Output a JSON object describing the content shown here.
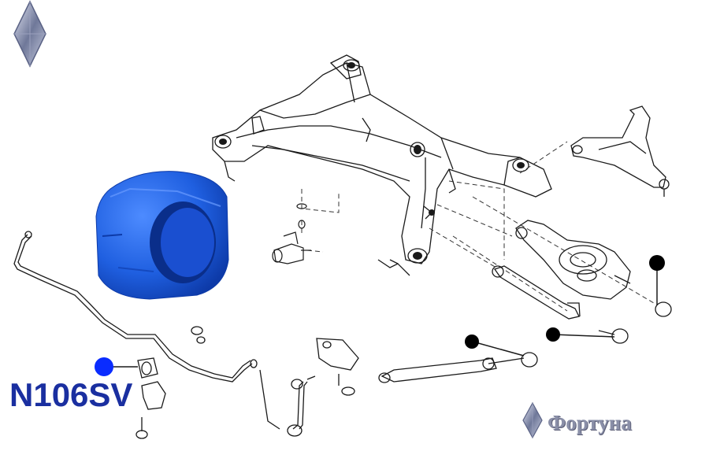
{
  "part_code": "N106SV",
  "brand": {
    "name": "Фортуна",
    "logo_icon": "diamond-logo-icon"
  },
  "colors": {
    "bushing_blue": "#1f5fe0",
    "marker_blue": "#0a2cff",
    "marker_black": "#000000",
    "line_art": "#1a1a1a",
    "code_text": "#1a2fa0"
  },
  "callout_markers": [
    {
      "id": "stabilizer-bushing",
      "color": "blue"
    },
    {
      "id": "lower-arm-bushing",
      "color": "black"
    },
    {
      "id": "lateral-link-bushing",
      "color": "black"
    },
    {
      "id": "upper-link-bushing",
      "color": "black"
    }
  ]
}
